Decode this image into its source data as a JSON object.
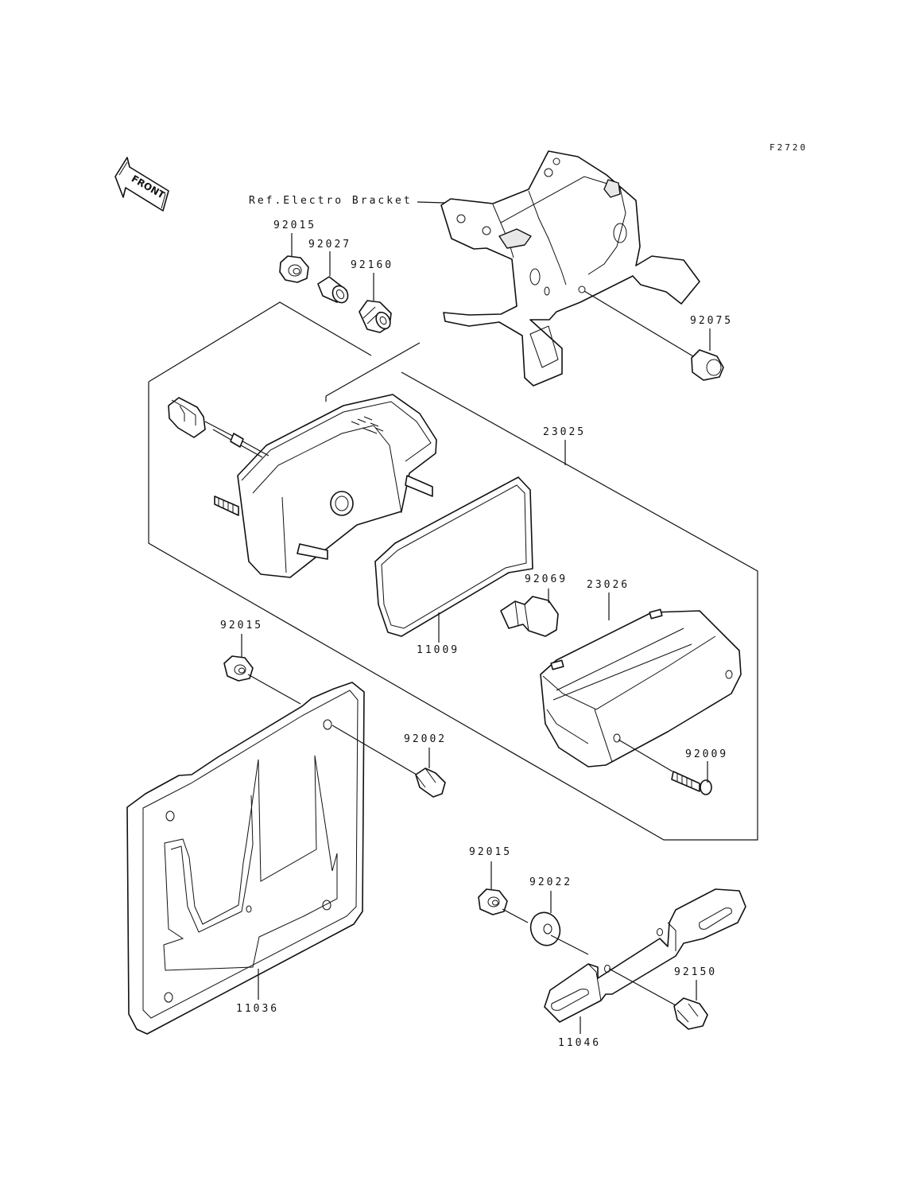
{
  "figure_code": "F2720",
  "front_marker": "FRONT",
  "reference_label": "Ref.Electro Bracket",
  "callouts": {
    "top_nut": "92015",
    "collar_top": "92027",
    "grommet": "92160",
    "bracket_collar": "92075",
    "taillight_assy": "23025",
    "bulb": "92069",
    "lens": "23026",
    "gasket": "11009",
    "lens_screw": "92009",
    "plate_nut": "92015",
    "plate_bolt": "92002",
    "license_plate_bracket": "11036",
    "stay_nut": "92015",
    "washer": "92022",
    "stay_bolt": "92150",
    "stay": "11046"
  }
}
